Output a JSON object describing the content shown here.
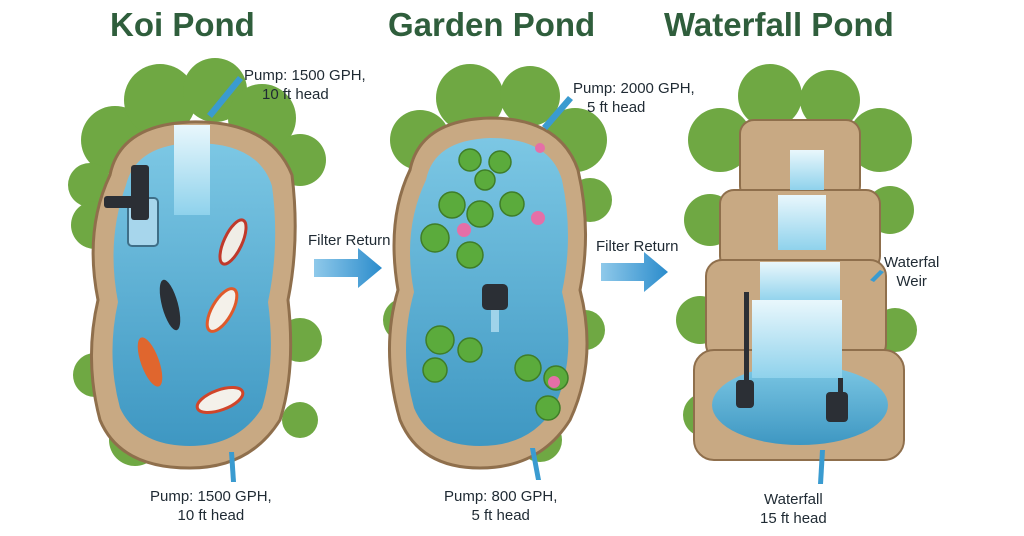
{
  "titles": {
    "koi": "Koi Pond",
    "garden": "Garden Pond",
    "waterfall": "Waterfall Pond"
  },
  "labels": {
    "koi_pump_top": [
      "Pump: 1500 GPH,",
      "10 ft head"
    ],
    "koi_pump_bottom": [
      "Pump: 1500 GPH,",
      "10 ft head"
    ],
    "filter_return_1": "Filter Return",
    "garden_pump_top": [
      "Pump: 2000 GPH,",
      "5 ft head"
    ],
    "garden_pump_bottom": [
      "Pump: 800 GPH,",
      "5 ft head"
    ],
    "filter_return_2": "Filter Return",
    "waterfall_weir": [
      "Waterfal",
      "Weir"
    ],
    "waterfall_bottom": [
      "Waterfall",
      "15 ft head"
    ]
  },
  "colors": {
    "title": "#2f5e3c",
    "water": "#5fb3d6",
    "arrow": "#3a9bd0",
    "rock": "#c8a983",
    "foliage": "#6fa843"
  }
}
